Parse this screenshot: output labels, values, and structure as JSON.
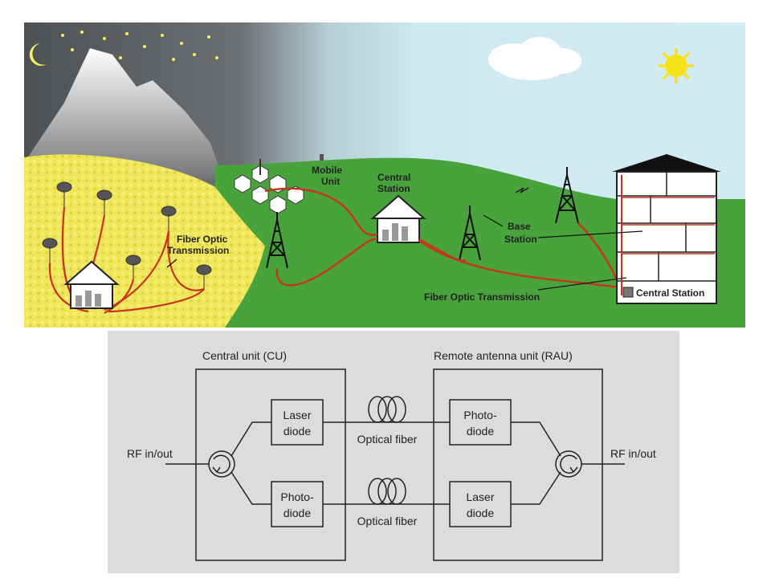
{
  "network_illustration": {
    "colors": {
      "night_sky": "#55585a",
      "day_sky": "#cfe9f1",
      "grass": "#48a33c",
      "sunflower_field": "#f2e95c",
      "fiber": "#c8331e",
      "sun": "#f7e117"
    },
    "labels": {
      "fiber_optic_left": [
        "Fiber Optic",
        "Transmission"
      ],
      "mobile_unit": [
        "Mobile",
        "Unit"
      ],
      "central_station_mid": [
        "Central",
        "Station"
      ],
      "base_station": [
        "Base",
        "Station"
      ],
      "fiber_optic_bottom": "Fiber Optic Transmission",
      "central_station_building": "Central Station"
    }
  },
  "rof_block_diagram": {
    "central_unit": "Central unit (CU)",
    "remote_antenna_unit": "Remote antenna unit (RAU)",
    "rf_left": "RF in/out",
    "rf_right": "RF in/out",
    "cu_top_block": [
      "Laser",
      "diode"
    ],
    "cu_bottom_block": [
      "Photo-",
      "diode"
    ],
    "rau_top_block": [
      "Photo-",
      "diode"
    ],
    "rau_bottom_block": [
      "Laser",
      "diode"
    ],
    "fiber_top": "Optical fiber",
    "fiber_bottom": "Optical fiber"
  }
}
